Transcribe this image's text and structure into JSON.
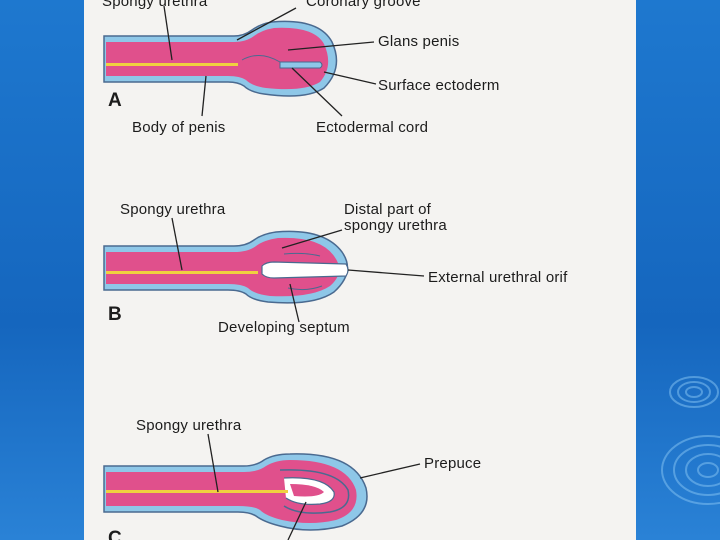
{
  "panel_a": {
    "letter": "A",
    "labels": {
      "spongy_urethra": "Spongy urethra",
      "coronary_groove": "Coronary groove",
      "glans_penis": "Glans penis",
      "surface_ectoderm": "Surface ectoderm",
      "body_of_penis": "Body of penis",
      "ectodermal_cord": "Ectodermal cord"
    }
  },
  "panel_b": {
    "letter": "B",
    "labels": {
      "spongy_urethra": "Spongy urethra",
      "distal_part_line1": "Distal part of",
      "distal_part_line2": "spongy urethra",
      "external_orifice": "External urethral orif",
      "developing_septum": "Developing septum"
    }
  },
  "panel_c": {
    "letter": "C",
    "labels": {
      "spongy_urethra": "Spongy urethra",
      "prepuce": "Prepuce"
    }
  },
  "colors": {
    "background_blue": "#1a6fc4",
    "tissue_pink": "#e0508c",
    "ectoderm_blue": "#8ec7e8",
    "urethra_yellow": "#f0d040",
    "panel_white": "#f4f3f1"
  }
}
